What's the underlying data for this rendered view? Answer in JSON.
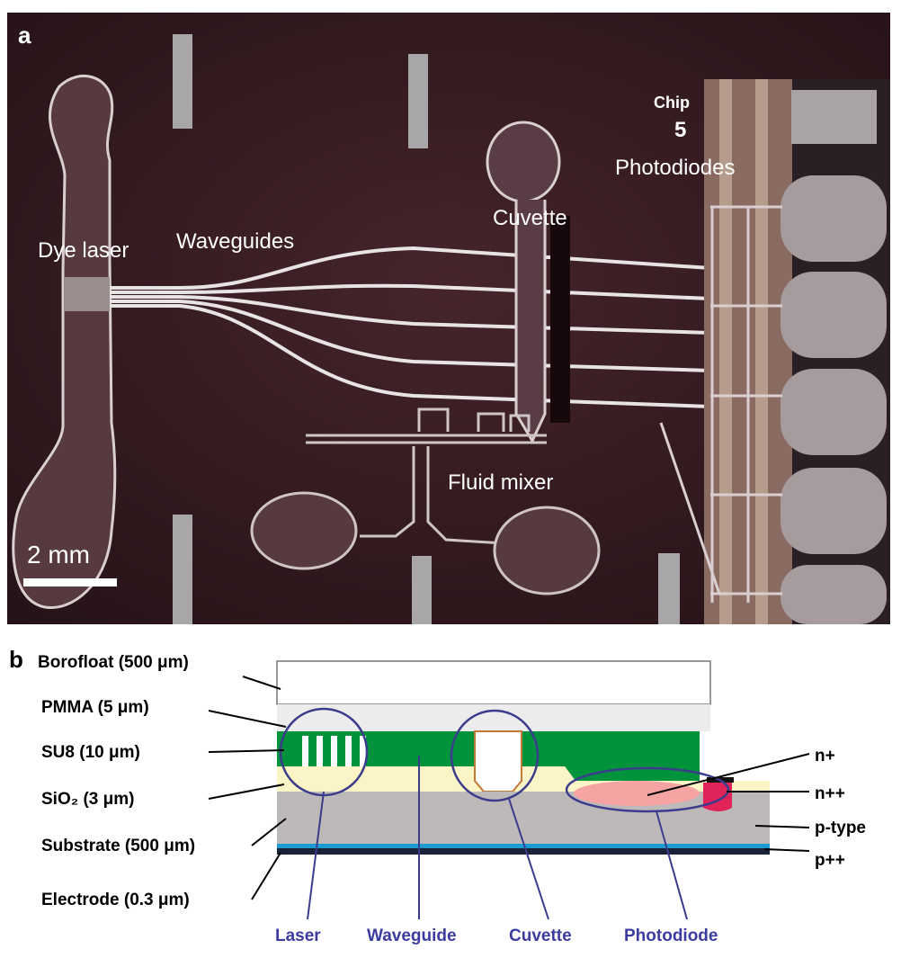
{
  "panel_a": {
    "letter": "a",
    "labels": {
      "dye_laser": "Dye laser",
      "waveguides": "Waveguides",
      "cuvette": "Cuvette",
      "chip": "Chip",
      "chip_number": "5",
      "photodiodes": "Photodiodes",
      "fluid_mixer": "Fluid mixer"
    },
    "scale_bar": "2 mm"
  },
  "panel_b": {
    "letter": "b",
    "layers": [
      {
        "label": "Borofloat (500 μm)"
      },
      {
        "label": "PMMA (5 μm)"
      },
      {
        "label": "SU8 (10 μm)"
      },
      {
        "label": "SiO₂ (3 μm)"
      },
      {
        "label": "Substrate (500 μm)"
      },
      {
        "label": "Electrode (0.3 μm)"
      }
    ],
    "doping": [
      "n+",
      "n++",
      "p-type",
      "p++"
    ],
    "components": [
      "Laser",
      "Waveguide",
      "Cuvette",
      "Photodiode"
    ],
    "colors": {
      "su8": "#00933c",
      "sio2": "#fbf4c6",
      "substrate": "#bdb9b9",
      "electrode_blue": "#1a9bd1",
      "electrode_dark": "#1a2238",
      "photodiode": "#f6a3a3",
      "n_plus_plus": "#e0245a",
      "circle": "#3c3c8c",
      "component_text": "#3c3ca0"
    }
  }
}
